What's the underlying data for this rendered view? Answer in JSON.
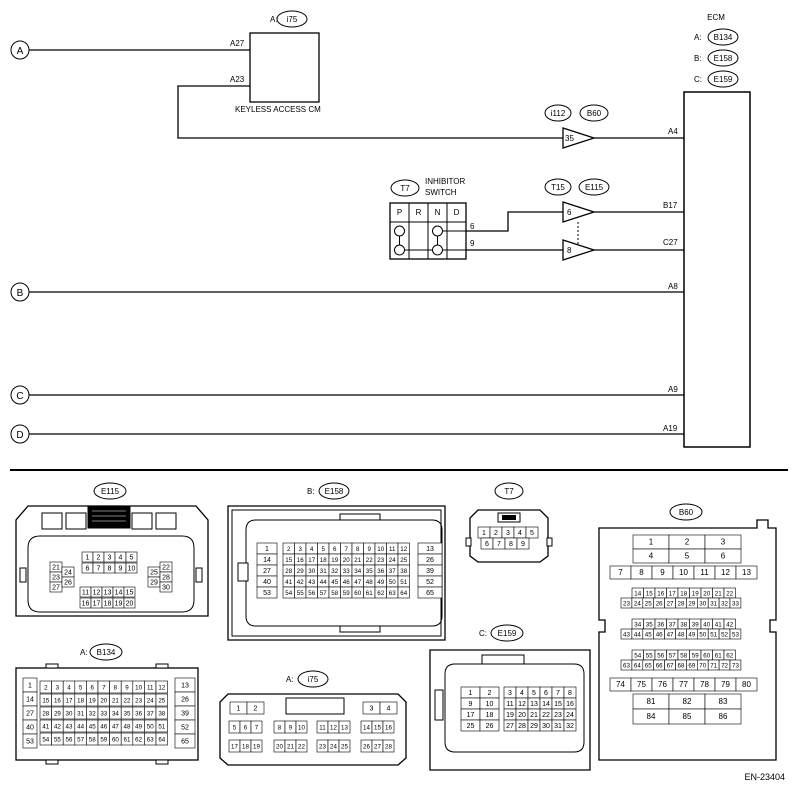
{
  "diagram_code": "EN-23404",
  "signals": {
    "a": "A",
    "b": "B",
    "c": "C",
    "d": "D"
  },
  "keyless": {
    "conn_prefix": "A:",
    "conn_id": "i75",
    "name": "KEYLESS ACCESS CM",
    "pin_a27": "A27",
    "pin_a23": "A23"
  },
  "ecm": {
    "title": "ECM",
    "connectors": [
      {
        "prefix": "A:",
        "id": "B134"
      },
      {
        "prefix": "B:",
        "id": "E158"
      },
      {
        "prefix": "C:",
        "id": "E159"
      }
    ],
    "pins": {
      "a4": "A4",
      "b17": "B17",
      "c27": "C27",
      "a8": "A8",
      "a9": "A9",
      "a19": "A19"
    }
  },
  "junction1": {
    "left": "i112",
    "right": "B60",
    "pin": "35"
  },
  "junction2": {
    "left": "T15",
    "right": "E115",
    "pin_top": "6",
    "pin_bottom": "8"
  },
  "inhibitor": {
    "conn_id": "T7",
    "name_line1": "INHIBITOR",
    "name_line2": "SWITCH",
    "positions": [
      "P",
      "R",
      "N",
      "D"
    ],
    "pin_top": "6",
    "pin_bottom": "9"
  },
  "connector_views": {
    "e115": {
      "label": "E115",
      "top_row": [
        "1",
        "2",
        "3",
        "4",
        "5"
      ],
      "mid_row": [
        "6",
        "7",
        "8",
        "9",
        "10"
      ],
      "left_cols": [
        [
          "21",
          "23",
          "27"
        ],
        [
          "24",
          "26"
        ]
      ],
      "right_cols": [
        [
          "25",
          "29"
        ],
        [
          "22",
          "28",
          "30"
        ]
      ],
      "bottom_rows": [
        [
          "11",
          "12",
          "13",
          "14",
          "15"
        ],
        [
          "16",
          "17",
          "18",
          "19",
          "20"
        ]
      ]
    },
    "e158": {
      "prefix": "B:",
      "label": "E158",
      "left_col": [
        "1",
        "14",
        "27",
        "40",
        "53"
      ],
      "rows": [
        [
          "2",
          "3",
          "4",
          "5",
          "6",
          "7",
          "8",
          "9",
          "10",
          "11",
          "12"
        ],
        [
          "15",
          "16",
          "17",
          "18",
          "19",
          "20",
          "21",
          "22",
          "23",
          "24",
          "25"
        ],
        [
          "28",
          "29",
          "30",
          "31",
          "32",
          "33",
          "34",
          "35",
          "36",
          "37",
          "38"
        ],
        [
          "41",
          "42",
          "43",
          "44",
          "45",
          "46",
          "47",
          "48",
          "49",
          "50",
          "51"
        ],
        [
          "54",
          "55",
          "56",
          "57",
          "58",
          "59",
          "60",
          "61",
          "62",
          "63",
          "64"
        ]
      ],
      "right_col": [
        "13",
        "26",
        "39",
        "52",
        "65"
      ]
    },
    "t7": {
      "label": "T7",
      "top_row": [
        "1",
        "2",
        "3",
        "4",
        "5"
      ],
      "bottom_row": [
        "6",
        "7",
        "8",
        "9"
      ]
    },
    "b60": {
      "label": "B60",
      "rows_top": [
        [
          "1",
          "2",
          "3"
        ],
        [
          "4",
          "5",
          "6"
        ]
      ],
      "row7": [
        "7",
        "8",
        "9",
        "10",
        "11",
        "12",
        "13"
      ],
      "blocks": [
        [
          "14",
          "15",
          "16",
          "17",
          "18",
          "19",
          "20",
          "21",
          "22"
        ],
        [
          "23",
          "24",
          "25",
          "26",
          "27",
          "28",
          "29",
          "30",
          "31",
          "32",
          "33"
        ],
        [
          "34",
          "35",
          "36",
          "37",
          "38",
          "39",
          "40",
          "41",
          "42"
        ],
        [
          "43",
          "44",
          "45",
          "46",
          "47",
          "48",
          "49",
          "50",
          "51",
          "52",
          "53"
        ],
        [
          "54",
          "55",
          "56",
          "57",
          "58",
          "59",
          "60",
          "61",
          "62"
        ],
        [
          "63",
          "64",
          "65",
          "66",
          "67",
          "68",
          "69",
          "70",
          "71",
          "72",
          "73"
        ]
      ],
      "row74": [
        "74",
        "75",
        "76",
        "77",
        "78",
        "79",
        "80"
      ],
      "rows_bottom": [
        [
          "81",
          "82",
          "83"
        ],
        [
          "84",
          "85",
          "86"
        ]
      ]
    },
    "b134": {
      "prefix": "A:",
      "label": "B134",
      "left_col": [
        "1",
        "14",
        "27",
        "40",
        "53"
      ],
      "rows": [
        [
          "2",
          "3",
          "4",
          "5",
          "6",
          "7",
          "8",
          "9",
          "10",
          "11",
          "12"
        ],
        [
          "15",
          "16",
          "17",
          "18",
          "19",
          "20",
          "21",
          "22",
          "23",
          "24",
          "25"
        ],
        [
          "28",
          "29",
          "30",
          "31",
          "32",
          "33",
          "34",
          "35",
          "36",
          "37",
          "38"
        ],
        [
          "41",
          "42",
          "43",
          "44",
          "45",
          "46",
          "47",
          "48",
          "49",
          "50",
          "51"
        ],
        [
          "54",
          "55",
          "56",
          "57",
          "58",
          "59",
          "60",
          "61",
          "62",
          "63",
          "64"
        ]
      ],
      "right_col": [
        "13",
        "26",
        "39",
        "52",
        "65"
      ]
    },
    "i75": {
      "prefix": "A:",
      "label": "i75",
      "top_left": [
        "1",
        "2"
      ],
      "top_right": [
        "3",
        "4"
      ],
      "row2": [
        [
          "5",
          "6",
          "7"
        ],
        [
          "8",
          "9",
          "10"
        ],
        [
          "11",
          "12",
          "13"
        ],
        [
          "14",
          "15",
          "16"
        ]
      ],
      "row3": [
        [
          "17",
          "18",
          "19"
        ],
        [
          "20",
          "21",
          "22"
        ],
        [
          "23",
          "24",
          "25"
        ],
        [
          "26",
          "27",
          "28"
        ]
      ]
    },
    "e159": {
      "prefix": "C:",
      "label": "E159",
      "left_rows": [
        [
          "1",
          "2"
        ],
        [
          "9",
          "10"
        ],
        [
          "17",
          "18"
        ],
        [
          "25",
          "26"
        ]
      ],
      "right_rows": [
        [
          "3",
          "4",
          "5",
          "6",
          "7",
          "8"
        ],
        [
          "11",
          "12",
          "13",
          "14",
          "15",
          "16"
        ],
        [
          "19",
          "20",
          "21",
          "22",
          "23",
          "24"
        ],
        [
          "27",
          "28",
          "29",
          "30",
          "31",
          "32"
        ]
      ]
    }
  }
}
